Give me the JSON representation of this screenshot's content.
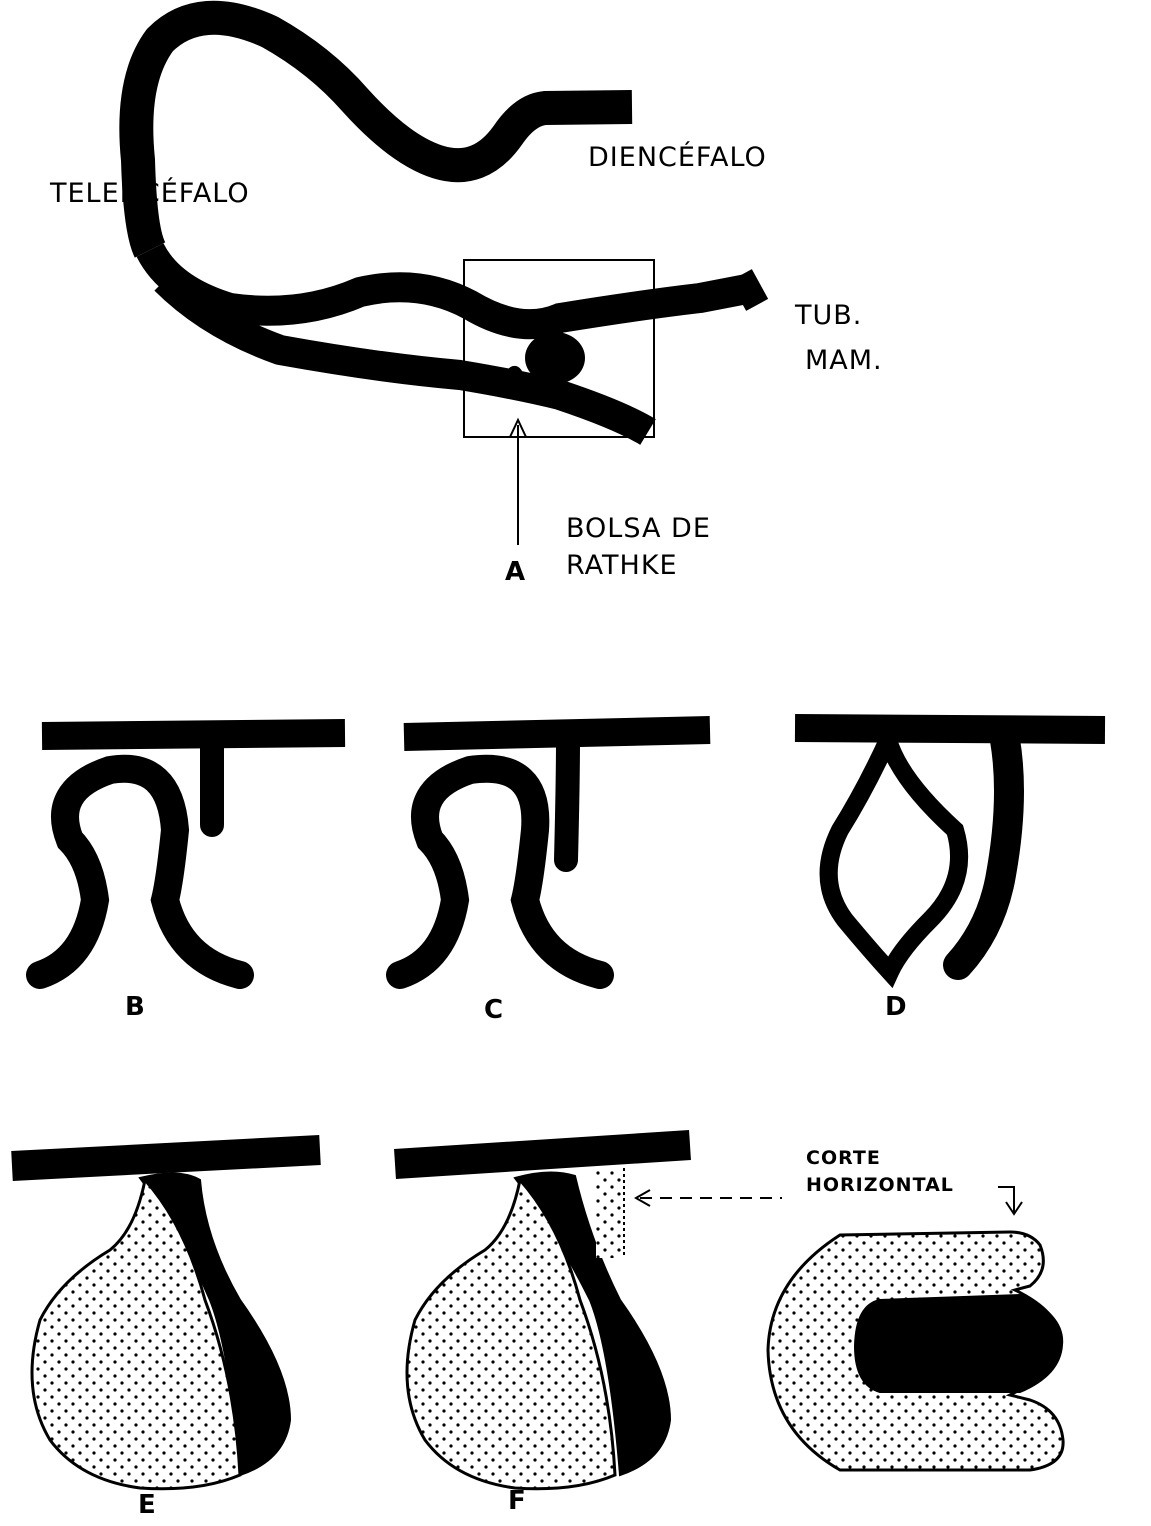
{
  "figure": {
    "labels": {
      "telencefalo": "TELENCÉFALO",
      "diencefalo": "DIENCÉFALO",
      "tub_mam_line1": "TUB.",
      "tub_mam_line2": "MAM.",
      "bolsa_line1": "BOLSA DE",
      "bolsa_line2": "RATHKE",
      "corte_line1": "CORTE",
      "corte_line2": "HORIZONTAL"
    },
    "panels": {
      "a": "A",
      "b": "B",
      "c": "C",
      "d": "D",
      "e": "E",
      "f": "F"
    },
    "colors": {
      "ink": "#000000",
      "paper": "#ffffff"
    }
  }
}
